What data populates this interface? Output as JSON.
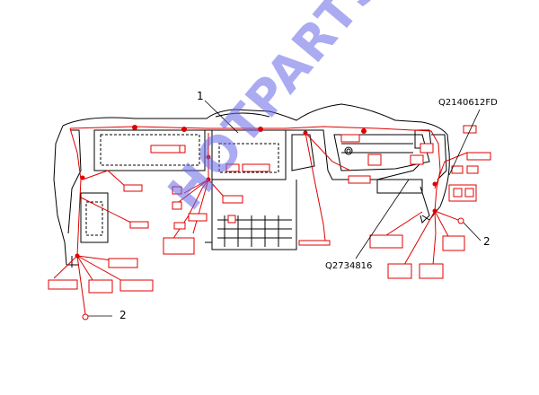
{
  "callouts": {
    "callout_1": "1",
    "callout_2_left": "2",
    "callout_2_right": "2",
    "part_top_right": "Q2140612FD",
    "part_bottom": "Q2734816"
  },
  "watermark": "HOTPARTS",
  "colors": {
    "harness": "#e00000",
    "outline": "#000000",
    "watermark": "#6666e6"
  }
}
